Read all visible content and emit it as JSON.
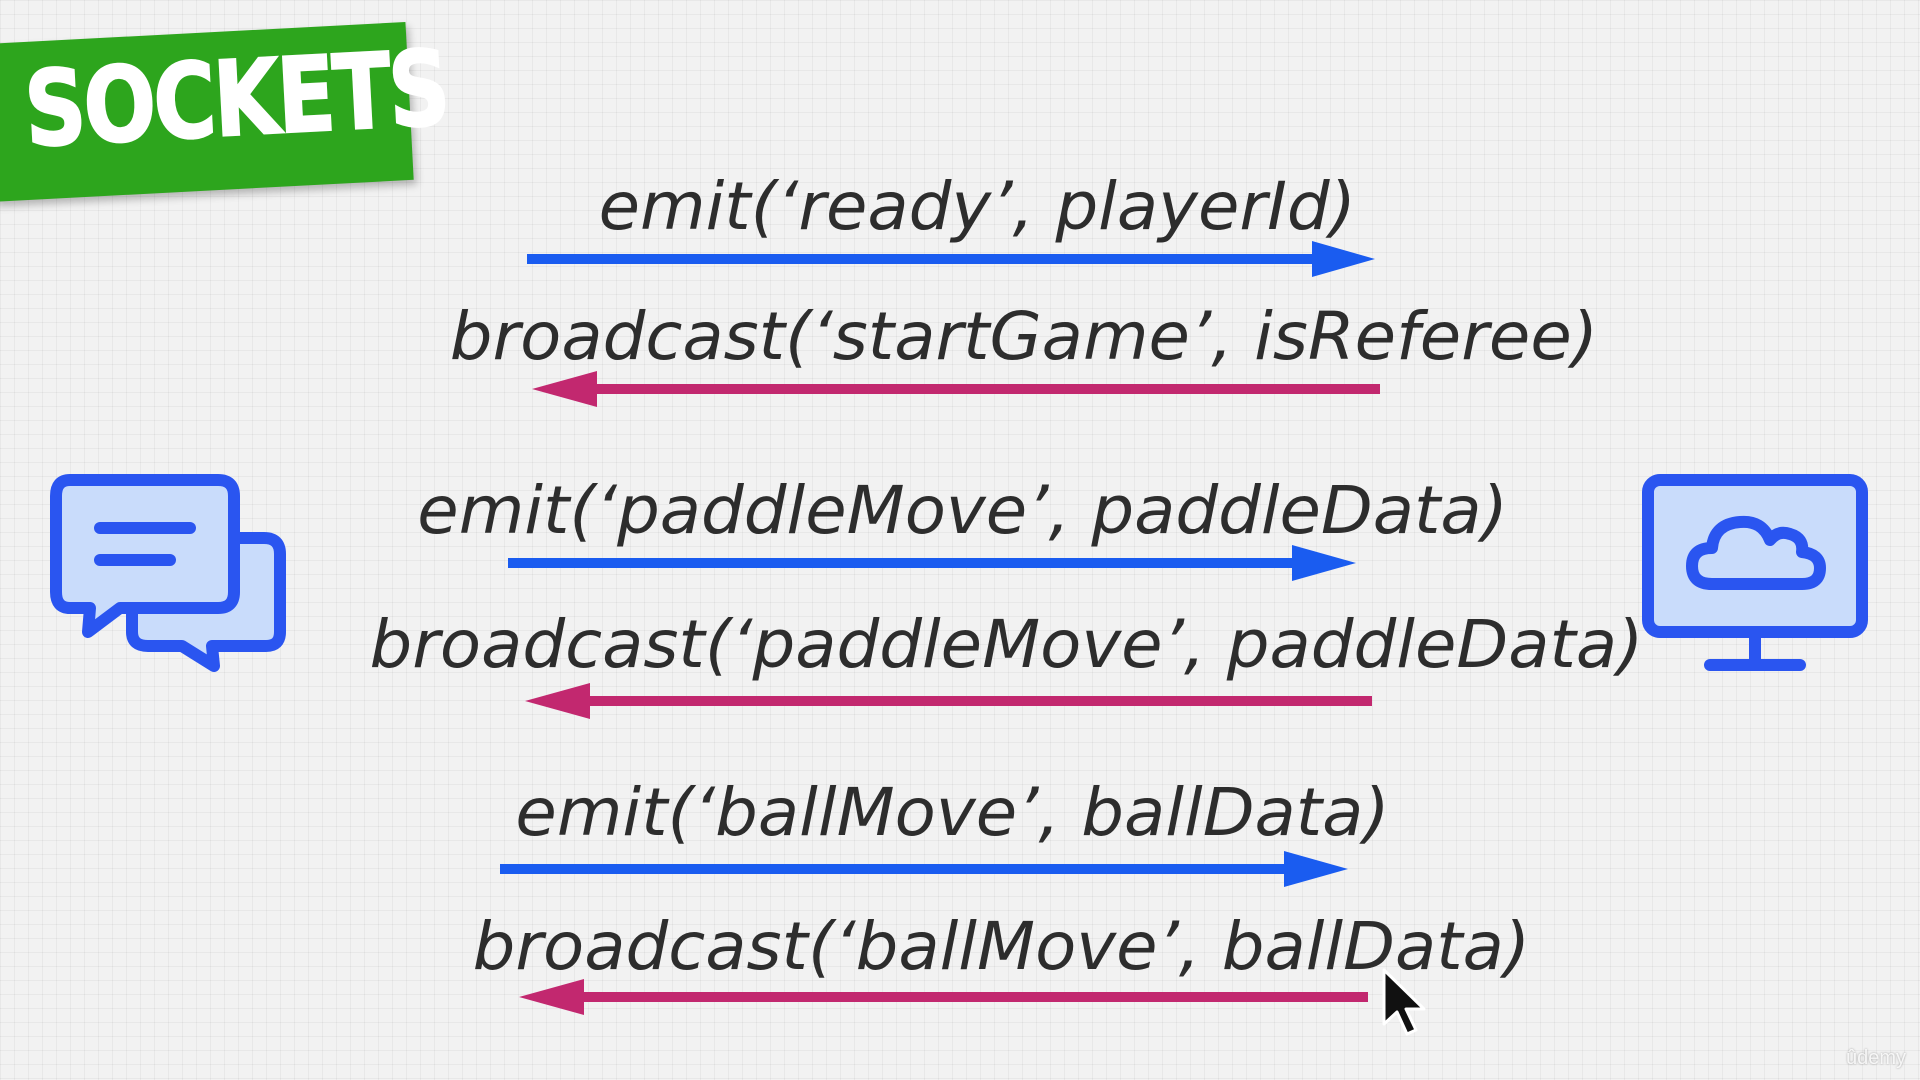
{
  "title": "SOCKETS",
  "colors": {
    "banner": "#2da51d",
    "emit_arrow": "#1a5cf0",
    "broadcast_arrow": "#c2286f",
    "icon_stroke": "#2a55f0",
    "icon_fill": "#c9dcfb",
    "text": "#2d2d2d"
  },
  "client_icon": "chat-bubbles-icon",
  "server_icon": "cloud-monitor-icon",
  "messages": [
    {
      "label": "emit(‘ready’, playerId)",
      "direction": "right",
      "kind": "emit"
    },
    {
      "label": "broadcast(‘startGame’, isReferee)",
      "direction": "left",
      "kind": "broadcast"
    },
    {
      "label": "emit(‘paddleMove’, paddleData)",
      "direction": "right",
      "kind": "emit"
    },
    {
      "label": "broadcast(‘paddleMove’, paddleData)",
      "direction": "left",
      "kind": "broadcast"
    },
    {
      "label": "emit(‘ballMove’, ballData)",
      "direction": "right",
      "kind": "emit"
    },
    {
      "label": "broadcast(‘ballMove’, ballData)",
      "direction": "left",
      "kind": "broadcast"
    }
  ],
  "watermark": "ûdemy"
}
